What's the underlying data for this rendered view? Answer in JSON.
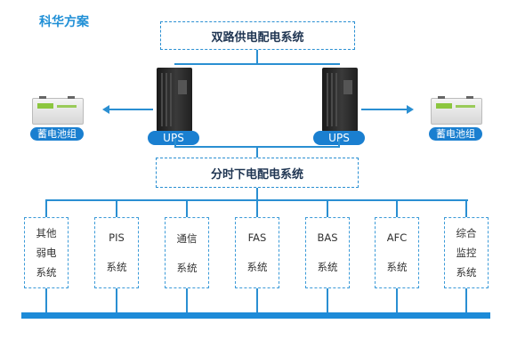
{
  "brand": "科华方案",
  "top_system": "双路供电配电系统",
  "mid_system": "分时下电配电系统",
  "ups": {
    "left_label": "UPS",
    "right_label": "UPS"
  },
  "battery": {
    "left_label": "蓄电池组",
    "right_label": "蓄电池组"
  },
  "subsystems": [
    {
      "lines": [
        "其他",
        "弱电",
        "系统"
      ]
    },
    {
      "lines": [
        "PIS",
        "系统"
      ]
    },
    {
      "lines": [
        "通信",
        "系统"
      ]
    },
    {
      "lines": [
        "FAS",
        "系统"
      ]
    },
    {
      "lines": [
        "BAS",
        "系统"
      ]
    },
    {
      "lines": [
        "AFC",
        "系统"
      ]
    },
    {
      "lines": [
        "综合",
        "监控",
        "系统"
      ]
    }
  ],
  "colors": {
    "accent": "#1d8bd8",
    "pill": "#1a7fd0",
    "text": "#1f3552"
  }
}
